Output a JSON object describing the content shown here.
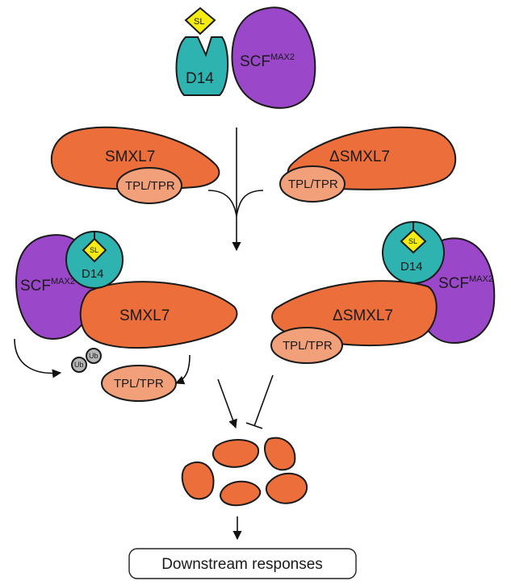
{
  "labels": {
    "sl": "SL",
    "d14": "D14",
    "scf_base": "SCF",
    "scf_sup": "MAX2",
    "smxl7": "SMXL7",
    "dsmxl7": "ΔSMXL7",
    "tpl": "TPL/TPR",
    "ub": "Ub",
    "downstream": "Downstream responses"
  },
  "colors": {
    "teal": "#2fb3b0",
    "purple": "#9b47c9",
    "orange": "#ec6f3b",
    "salmon": "#f2a07a",
    "yellow": "#f4ec12",
    "grey": "#b5b5b5"
  }
}
